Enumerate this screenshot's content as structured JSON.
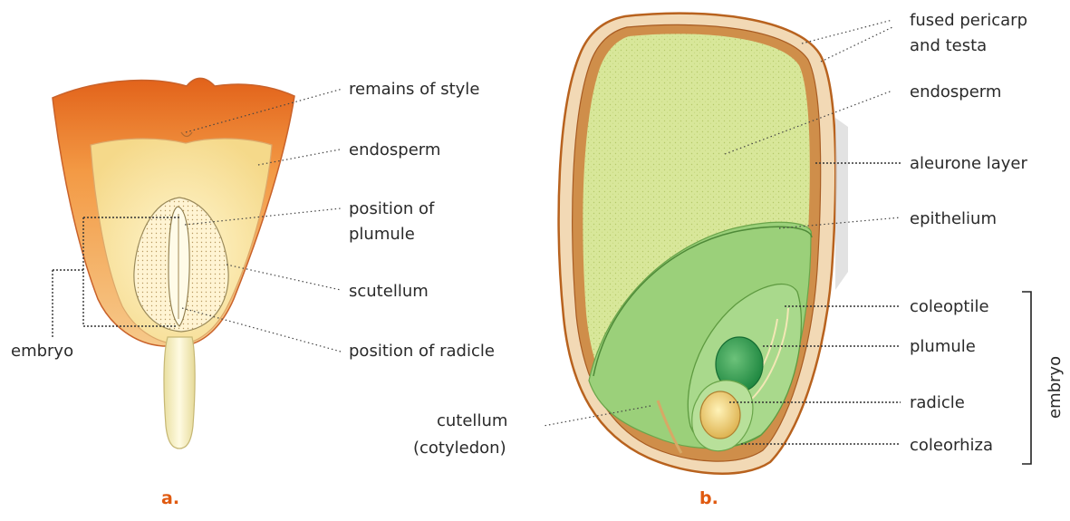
{
  "figure_a": {
    "caption": "a.",
    "labels": {
      "remains_of_style": "remains of style",
      "endosperm": "endosperm",
      "position_of_plumule_line1": "position of",
      "position_of_plumule_line2": "plumule",
      "scutellum": "scutellum",
      "position_of_radicle": "position of radicle",
      "embryo": "embryo"
    }
  },
  "figure_b": {
    "caption": "b.",
    "labels": {
      "pericarp_line1": "fused pericarp",
      "pericarp_line2": "and testa",
      "endosperm": "endosperm",
      "aleurone_layer": "aleurone layer",
      "epithelium": "epithelium",
      "coleoptile": "coleoptile",
      "plumule": "plumule",
      "radicle": "radicle",
      "coleorhiza": "coleorhiza",
      "cutellum_line1": "cutellum",
      "cutellum_line2": "(cotyledon)",
      "embryo_vertical": "embryo"
    }
  },
  "colors": {
    "kernel_orange": "#e8762a",
    "kernel_yellow": "#f7dc8a",
    "endosperm_green": "#d3e389",
    "embryo_green": "#8cc96a",
    "plumule_green": "#2e9a4a",
    "radicle_yellow": "#f0d27a",
    "caption": "#e05a10"
  }
}
